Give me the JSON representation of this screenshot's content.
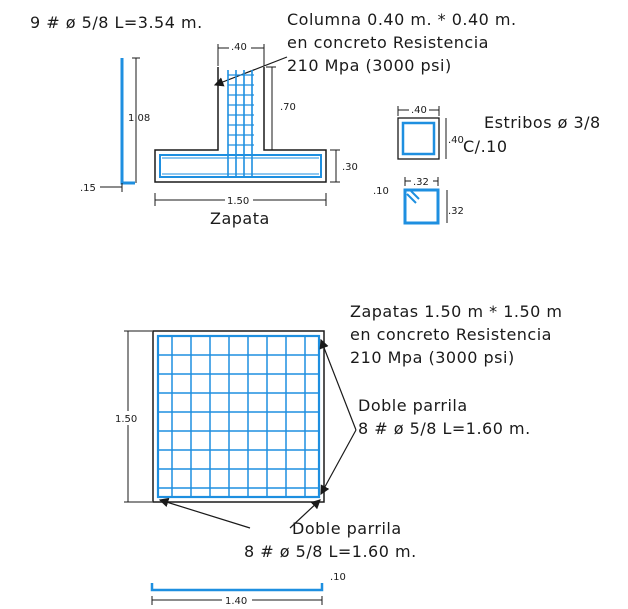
{
  "column_bars": "9 # ø 5/8 L=3.54 m.",
  "column_spec": [
    "Columna 0.40 m. * 0.40 m.",
    "en concreto Resistencia",
    "210 Mpa (3000 psi)"
  ],
  "section_title": "Zapata",
  "dims": {
    "col_width": ".40",
    "col_height": ".70",
    "footing_thk": ".30",
    "footing_width": "1.50",
    "bar_height": "1.08",
    "bar_hook": ".15",
    "stirrup_outer": ".40",
    "stirrup_outer_h": ".40",
    "stirrup_inner": ".32",
    "stirrup_inner_h": ".32",
    "stirrup_hook": ".10",
    "plan_side": "1.50",
    "grid_bar_len": "1.40",
    "grid_bar_hook": ".10"
  },
  "stirrups": [
    "Estribos ø 3/8",
    "C/.10"
  ],
  "footing_spec": [
    "Zapatas 1.50 m * 1.50 m",
    "en concreto Resistencia",
    "210 Mpa (3000 psi)"
  ],
  "grid_upper": [
    "Doble parrila",
    "8 # ø 5/8 L=1.60 m."
  ],
  "grid_lower": [
    "Doble parrila",
    "8 # ø 5/8 L=1.60 m."
  ],
  "colors": {
    "ink": "#1a1a1a",
    "rebar": "#1e8fe0"
  }
}
